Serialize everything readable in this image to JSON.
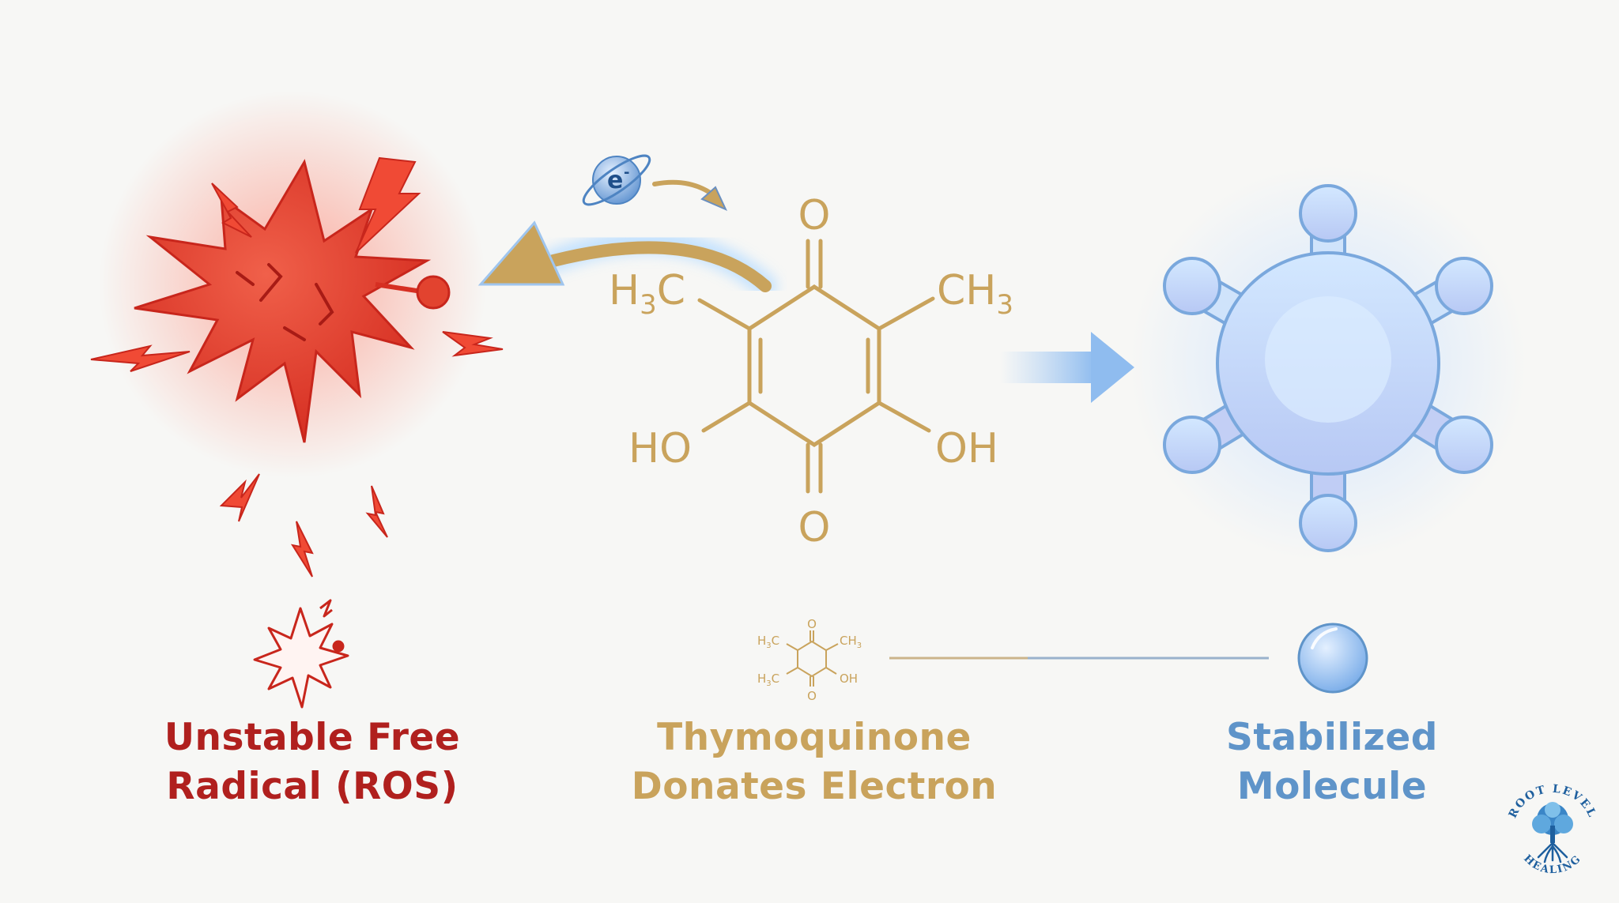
{
  "colors": {
    "radical_red": "#e0392b",
    "radical_text": "#b0201e",
    "thymoquinone_gold": "#c9a35c",
    "stabilized_blue": "#6f9fd8",
    "stabilized_text": "#5f94c9",
    "logo_blue": "#1e5f9e"
  },
  "electron": {
    "symbol": "e",
    "charge": "-"
  },
  "molecule": {
    "top_oxygen": "O",
    "bottom_oxygen": "O",
    "left_methyl_main": "H",
    "left_methyl_sub": "3",
    "left_methyl_end": "C",
    "right_methyl_main": "CH",
    "right_methyl_sub": "3",
    "left_hydroxyl": "HO",
    "right_hydroxyl": "OH"
  },
  "small_molecule": {
    "top_oxygen": "O",
    "bottom_oxygen": "O",
    "top_left_main": "H",
    "top_left_sub": "3",
    "top_left_end": "C",
    "top_right_main": "CH",
    "top_right_sub": "3",
    "bottom_left_main": "H",
    "bottom_left_sub": "3",
    "bottom_left_end": "C",
    "bottom_right": "OH"
  },
  "labels": {
    "radical_line1": "Unstable Free",
    "radical_line2": "Radical (ROS)",
    "thymo_line1": "Thymoquinone",
    "thymo_line2": "Donates Electron",
    "stable_line1": "Stabilized",
    "stable_line2": "Molecule"
  },
  "logo": {
    "top_text": "ROOT LEVEL",
    "bottom_text": "HEALING"
  }
}
